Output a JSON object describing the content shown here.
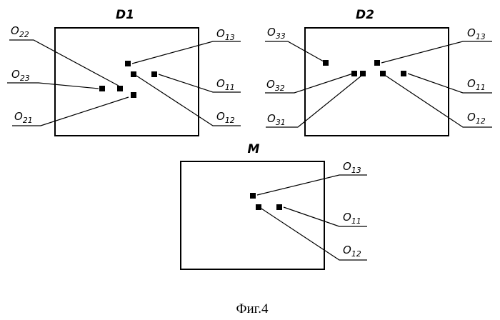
{
  "figure": {
    "caption": "Фиг.4",
    "panels": [
      {
        "title": "D1",
        "labels": [
          {
            "key": "O22",
            "main": "O",
            "sub": "22"
          },
          {
            "key": "O23",
            "main": "O",
            "sub": "23"
          },
          {
            "key": "O21",
            "main": "O",
            "sub": "21"
          },
          {
            "key": "O13",
            "main": "O",
            "sub": "13"
          },
          {
            "key": "O11",
            "main": "O",
            "sub": "11"
          },
          {
            "key": "O12",
            "main": "O",
            "sub": "12"
          }
        ]
      },
      {
        "title": "D2",
        "labels": [
          {
            "key": "O33",
            "main": "O",
            "sub": "33"
          },
          {
            "key": "O32",
            "main": "O",
            "sub": "32"
          },
          {
            "key": "O31",
            "main": "O",
            "sub": "31"
          },
          {
            "key": "O13",
            "main": "O",
            "sub": "13"
          },
          {
            "key": "O11",
            "main": "O",
            "sub": "11"
          },
          {
            "key": "O12",
            "main": "O",
            "sub": "12"
          }
        ]
      },
      {
        "title": "M",
        "labels": [
          {
            "key": "O13",
            "main": "O",
            "sub": "13"
          },
          {
            "key": "O11",
            "main": "O",
            "sub": "11"
          },
          {
            "key": "O12",
            "main": "O",
            "sub": "12"
          }
        ]
      }
    ]
  }
}
